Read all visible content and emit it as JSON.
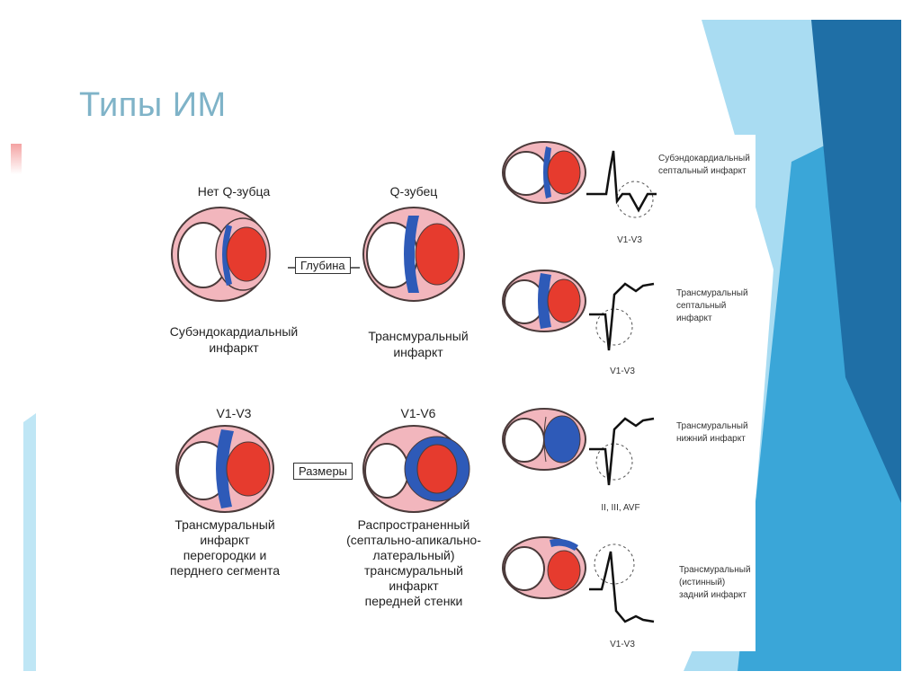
{
  "slide": {
    "title": "Типы ИМ",
    "colors": {
      "title": "#7fb3c8",
      "heart_outer": "#f2b6bd",
      "heart_stroke": "#4a3a3a",
      "heart_red": "#e63b2e",
      "infarct_blue": "#2e5ab8",
      "bg_light_blue": "#a9dcf2",
      "bg_mid_blue": "#3aa6d8",
      "bg_dark_blue": "#1f6fa6"
    }
  },
  "left_panel": {
    "row1": {
      "left_caption_top": "Нет Q-зубца",
      "right_caption_top": "Q-зубец",
      "relation": "Глубина",
      "left_caption_bottom": [
        "Субэндокардиальный",
        "инфаркт"
      ],
      "right_caption_bottom": [
        "Трансмуральный",
        "инфаркт"
      ]
    },
    "row2": {
      "left_caption_top": "V1-V3",
      "right_caption_top": "V1-V6",
      "relation": "Размеры",
      "left_caption_bottom": [
        "Трансмуральный",
        "инфаркт",
        "перегородки и",
        "перднего сегмента"
      ],
      "right_caption_bottom": [
        "Распространенный",
        "(септально-апикально-",
        "латеральный)",
        "трансмуральный",
        "инфаркт",
        "передней стенки"
      ]
    }
  },
  "right_panel": [
    {
      "leads": "V1-V3",
      "label": [
        "Субэндокардиальный",
        "септальный инфаркт"
      ],
      "ecg": "deep-t-inversion",
      "infarct": "septal-sub"
    },
    {
      "leads": "V1-V3",
      "label": [
        "Трансмуральный",
        "септальный",
        "инфаркт"
      ],
      "ecg": "qs-st-elevation",
      "infarct": "septal-trans"
    },
    {
      "leads": "II, III, AVF",
      "label": [
        "Трансмуральный",
        "нижний инфаркт"
      ],
      "ecg": "qs-st-elevation",
      "infarct": "inferior"
    },
    {
      "leads": "V1-V3",
      "label": [
        "Трансмуральный",
        "(истинный)",
        "задний инфаркт"
      ],
      "ecg": "tall-r-st-depression",
      "infarct": "posterior"
    }
  ]
}
